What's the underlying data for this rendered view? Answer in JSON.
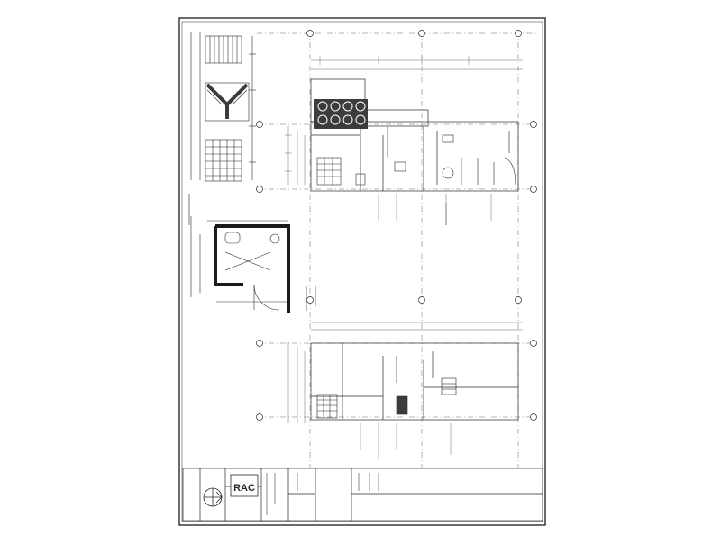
{
  "document": {
    "type": "architectural-drawing-sheet",
    "orientation": "rotated-90",
    "logo_text": "RAC",
    "colors": {
      "ink": "#2a2a2a",
      "light_ink": "#6a6a6a",
      "paper": "#ffffff",
      "wall_fill": "#1b1b1b",
      "equipment": "#3c3c3c"
    }
  }
}
